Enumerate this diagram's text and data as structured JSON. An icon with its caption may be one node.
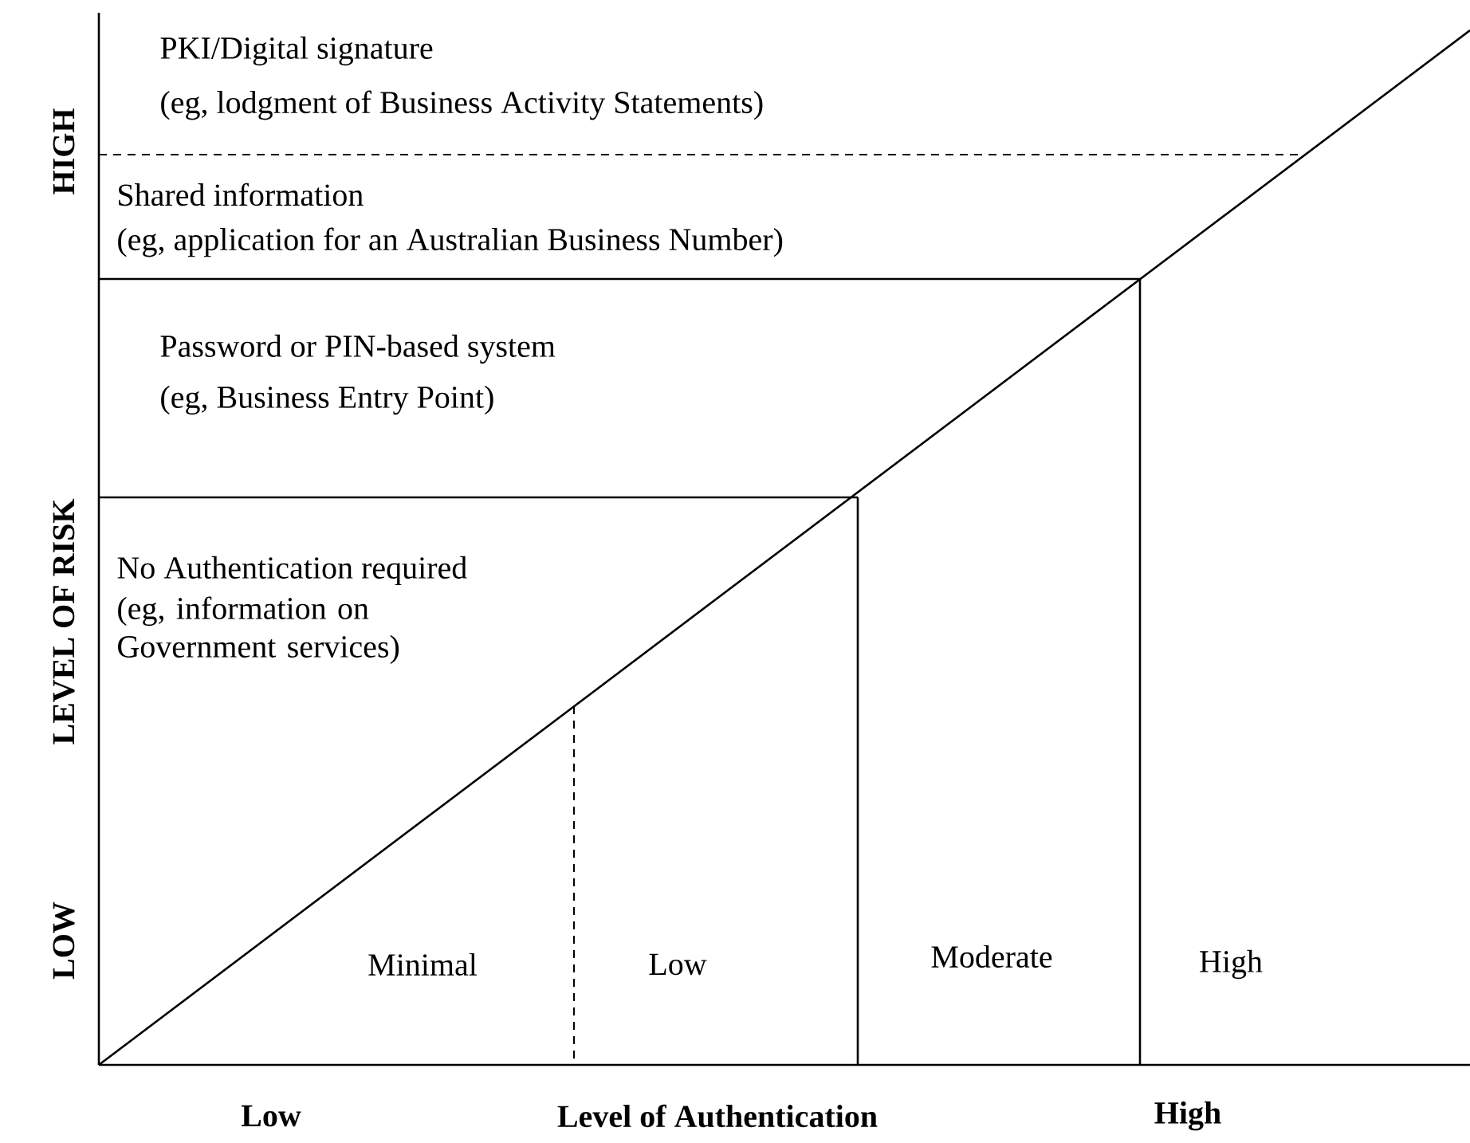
{
  "diagram": {
    "labels": [
      "PKI/Digital signature",
      "(eg, lodgment of Business Activity Statements)",
      "Shared information",
      "(eg, application for an Australian Business Number)",
      "Password or PIN-based system",
      "(eg, Business Entry Point)",
      "No Authentication required",
      "(eg, information on Government services)",
      "HIGH",
      "LEVEL OF RISK",
      "LOW",
      "Minimal",
      "Low",
      "Moderate",
      "High",
      "Low",
      "Level of Authentication",
      "High"
    ]
  }
}
